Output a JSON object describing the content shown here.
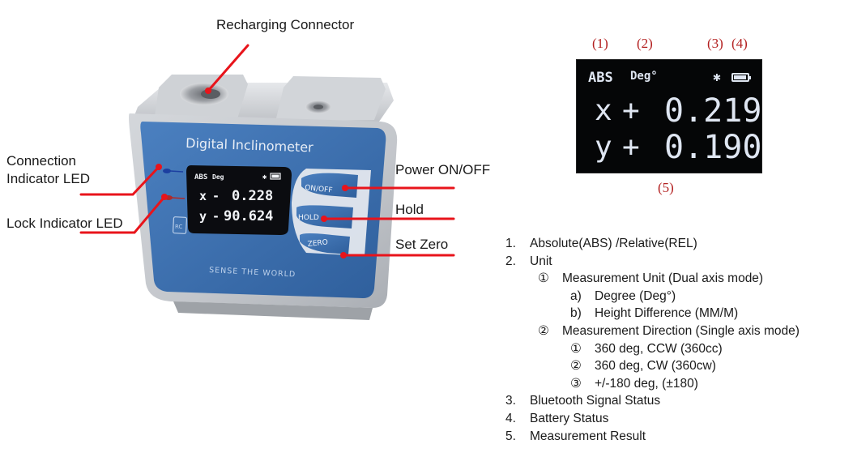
{
  "callouts": {
    "recharging": "Recharging Connector",
    "connection_led": "Connection Indicator LED",
    "lock_led": "Lock Indicator LED",
    "power": "Power ON/OFF",
    "hold": "Hold",
    "set_zero": "Set Zero"
  },
  "device": {
    "label_title": "Digital Inclinometer",
    "label_slogan": "SENSE THE WORLD",
    "brand_mark": "RC",
    "button_onoff": "ON/OFF",
    "button_hold": "HOLD",
    "button_zero": "ZERO",
    "lcd": {
      "mode": "ABS",
      "unit": "Deg",
      "x_axis": "x",
      "x_sign": "-",
      "x_value": "0.228",
      "y_axis": "y",
      "y_sign": "-",
      "y_value": "90.624"
    },
    "colors": {
      "label_blue": "#3f73b3",
      "body_silver": "#c9ccd0",
      "leader_red": "#e8141b"
    }
  },
  "display_diagram": {
    "number_labels": [
      "(1)",
      "(2)",
      "(3)",
      "(4)",
      "(5)"
    ],
    "mode": "ABS",
    "unit": "Deg°",
    "bluetooth_glyph": "✱",
    "x_axis": "x",
    "x_sign": "+",
    "x_value": "0.219",
    "y_axis": "y",
    "y_sign": "+",
    "y_value": "0.190",
    "number_color": "#b32020",
    "battery_level": 0.85
  },
  "legend": [
    {
      "level": 1,
      "marker": "1.",
      "text": "Absolute(ABS) /Relative(REL)"
    },
    {
      "level": 1,
      "marker": "2.",
      "text": "Unit"
    },
    {
      "level": 2,
      "marker": "①",
      "text": "Measurement Unit (Dual axis mode)"
    },
    {
      "level": 3,
      "marker": "a)",
      "text": "Degree (Deg°)"
    },
    {
      "level": 3,
      "marker": "b)",
      "text": "Height Difference (MM/M)"
    },
    {
      "level": 2,
      "marker": "②",
      "text": "Measurement Direction (Single axis mode)"
    },
    {
      "level": 3,
      "marker": "①",
      "text": "360 deg, CCW (360cc)"
    },
    {
      "level": 3,
      "marker": "②",
      "text": "360 deg, CW (360cw)"
    },
    {
      "level": 3,
      "marker": "③",
      "text": "+/-180 deg, (±180)"
    },
    {
      "level": 1,
      "marker": "3.",
      "text": "Bluetooth Signal Status"
    },
    {
      "level": 1,
      "marker": "4.",
      "text": "Battery Status"
    },
    {
      "level": 1,
      "marker": "5.",
      "text": "Measurement Result"
    }
  ]
}
